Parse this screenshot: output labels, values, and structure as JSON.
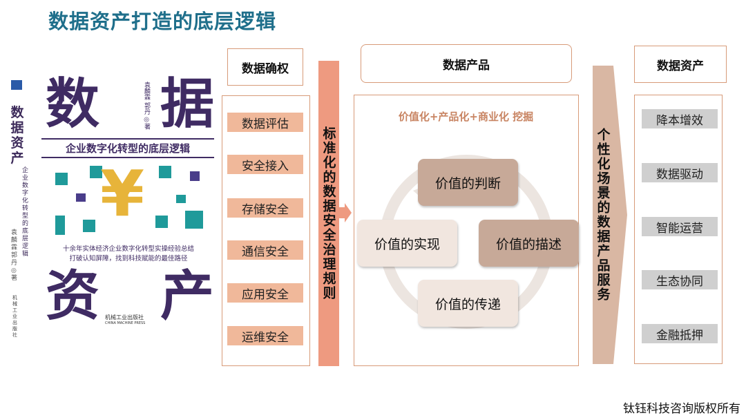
{
  "title": "数据资产打造的底层逻辑",
  "copyright": "钛钰科技咨询版权所有",
  "book": {
    "spine_title": "数据资产",
    "spine_subtitle": "企业数字化转型的底层逻辑",
    "spine_authors": "袁麟霖 郭丹 ◎著",
    "spine_publisher": "机械工业出版社",
    "char1": "数",
    "char2": "据",
    "char3": "资",
    "char4": "产",
    "authors": "袁麟霖 郭丹 ◎著",
    "subtitle": "企业数字化转型的底层逻辑",
    "symbol": "¥",
    "desc_line1": "十余年实体经济企业数字化转型实操经验总结",
    "desc_line2": "打破认知屏障，找到科技赋能的最佳路径",
    "publisher": "机械工业出版社",
    "publisher_en": "CHINA MACHINE PRESS"
  },
  "col1": {
    "header": "数据确权",
    "items": [
      "数据评估",
      "安全接入",
      "存储安全",
      "通信安全",
      "应用安全",
      "运维安全"
    ]
  },
  "band1": {
    "label": "标准化的数据安全治理规则",
    "color": "#ee9a80"
  },
  "col2": {
    "header": "数据产品",
    "subtitle": "价值化+产品化+商业化 挖掘",
    "nodes": {
      "top": "价值的判断",
      "right": "价值的描述",
      "bottom": "价值的传递",
      "left": "价值的实现"
    }
  },
  "band2": {
    "label": "个性化场景的数据产品服务",
    "color": "#d9b7a3"
  },
  "col3": {
    "header": "数据资产",
    "items": [
      "降本增效",
      "数据驱动",
      "智能运营",
      "生态协同",
      "金融抵押"
    ]
  },
  "colors": {
    "title": "#1f6f8b",
    "salmon": "#f0b89a",
    "gray": "#cfcfcf",
    "border": "#d79a78",
    "node_dark": "#c7a998",
    "node_light": "#f1e6df",
    "cover_purple": "#3f2b63",
    "cover_gold": "#e7b43a"
  }
}
